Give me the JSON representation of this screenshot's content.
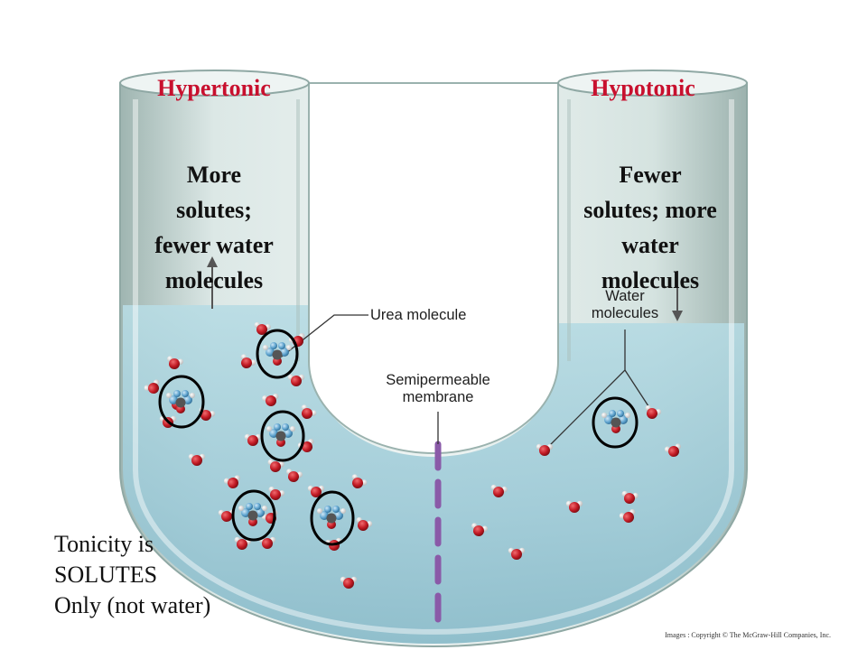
{
  "diagram": {
    "left_header": "Hypertonic",
    "right_header": "Hypotonic",
    "left_desc": [
      "More",
      "solutes;",
      "fewer water",
      "molecules"
    ],
    "right_desc": [
      "Fewer",
      "solutes; more",
      "water",
      "molecules"
    ],
    "urea_label": "Urea molecule",
    "water_label": [
      "Water",
      "molecules"
    ],
    "membrane_label": [
      "Semipermeable",
      "membrane"
    ],
    "note_lines": [
      "Tonicity is",
      "SOLUTES",
      "Only (not water)"
    ],
    "copyright": "Images : Copyright © The McGraw-Hill Companies, Inc."
  },
  "colors": {
    "header": "#c8102e",
    "tube_wall": "#b9cdc9",
    "solution": "#a7d2dd",
    "membrane": "#8a5aa8",
    "oxygen": "#c21a24",
    "hydrogen": "#eaeaea",
    "urea": "#5fa4cf",
    "circle": "#000000"
  }
}
